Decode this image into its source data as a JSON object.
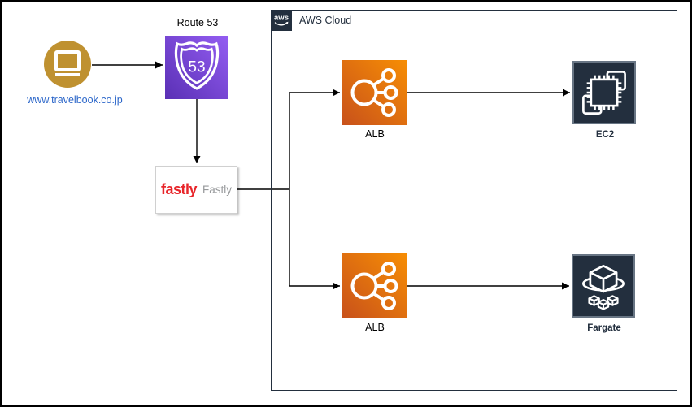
{
  "nodes": {
    "website": {
      "label": "www.travelbook.co.jp"
    },
    "route53": {
      "label": "Route 53",
      "badge": "53"
    },
    "fastly": {
      "logo_text": "fastly",
      "label": "Fastly"
    },
    "aws_cloud": {
      "logo_text": "aws",
      "label": "AWS Cloud"
    },
    "alb_top": {
      "label": "ALB"
    },
    "ec2": {
      "label": "EC2"
    },
    "alb_bottom": {
      "label": "ALB"
    },
    "fargate": {
      "label": "Fargate"
    }
  },
  "edges": [
    {
      "from": "website",
      "to": "route53"
    },
    {
      "from": "route53",
      "to": "fastly"
    },
    {
      "from": "fastly",
      "to": "alb_top"
    },
    {
      "from": "fastly",
      "to": "alb_bottom"
    },
    {
      "from": "alb_top",
      "to": "ec2"
    },
    {
      "from": "alb_bottom",
      "to": "fargate"
    }
  ],
  "colors": {
    "website_gold": "#BF9130",
    "link_blue": "#2B66C9",
    "route53_gradient_dark": "#5A30B5",
    "route53_gradient_light": "#945DF2",
    "alb_gradient_dark": "#C8511B",
    "alb_gradient_light": "#F78E04",
    "dark_navy": "#232F3E",
    "fastly_red": "#E8252A",
    "fastly_gray": "#97999B",
    "connector": "#000000"
  }
}
